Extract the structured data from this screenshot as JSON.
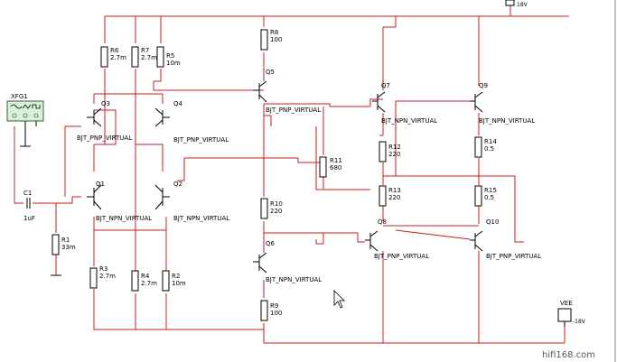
{
  "resistors": [
    {
      "ref": "R6",
      "value": "2.7m"
    },
    {
      "ref": "R7",
      "value": "2.7m"
    },
    {
      "ref": "R5",
      "value": "10m"
    },
    {
      "ref": "R8",
      "value": "100"
    },
    {
      "ref": "R11",
      "value": "680"
    },
    {
      "ref": "R12",
      "value": "220"
    },
    {
      "ref": "R13",
      "value": "220"
    },
    {
      "ref": "R14",
      "value": "0.5"
    },
    {
      "ref": "R15",
      "value": "0.5"
    },
    {
      "ref": "R10",
      "value": "220"
    },
    {
      "ref": "R1",
      "value": "33m"
    },
    {
      "ref": "R3",
      "value": "2.7m"
    },
    {
      "ref": "R4",
      "value": "2.7m"
    },
    {
      "ref": "R2",
      "value": "10m"
    },
    {
      "ref": "R9",
      "value": "100"
    }
  ],
  "transistors": [
    {
      "ref": "Q3",
      "model": "BJT_PNP_VIRTUAL"
    },
    {
      "ref": "Q4",
      "model": "BJT_PNP_VIRTUAL"
    },
    {
      "ref": "Q1",
      "model": "BJT_NPN_VIRTUAL"
    },
    {
      "ref": "Q2",
      "model": "BJT_NPN_VIRTUAL"
    },
    {
      "ref": "Q5",
      "model": "BJT_PNP_VIRTUAL"
    },
    {
      "ref": "Q7",
      "model": "BJT_NPN_VIRTUAL"
    },
    {
      "ref": "Q9",
      "model": "BJT_NPN_VIRTUAL"
    },
    {
      "ref": "Q6",
      "model": "BJT_NPN_VIRTUAL"
    },
    {
      "ref": "Q8",
      "model": "BJT_PNP_VIRTUAL"
    },
    {
      "ref": "Q10",
      "model": "BJT_PNP_VIRTUAL"
    }
  ],
  "capacitor": {
    "ref": "C1",
    "value": "1uF"
  },
  "generator": {
    "ref": "XFG1"
  },
  "vcc": {
    "value": "18V"
  },
  "vee": {
    "ref": "VEE",
    "value": "-18V"
  },
  "watermark": "hifi168.com"
}
